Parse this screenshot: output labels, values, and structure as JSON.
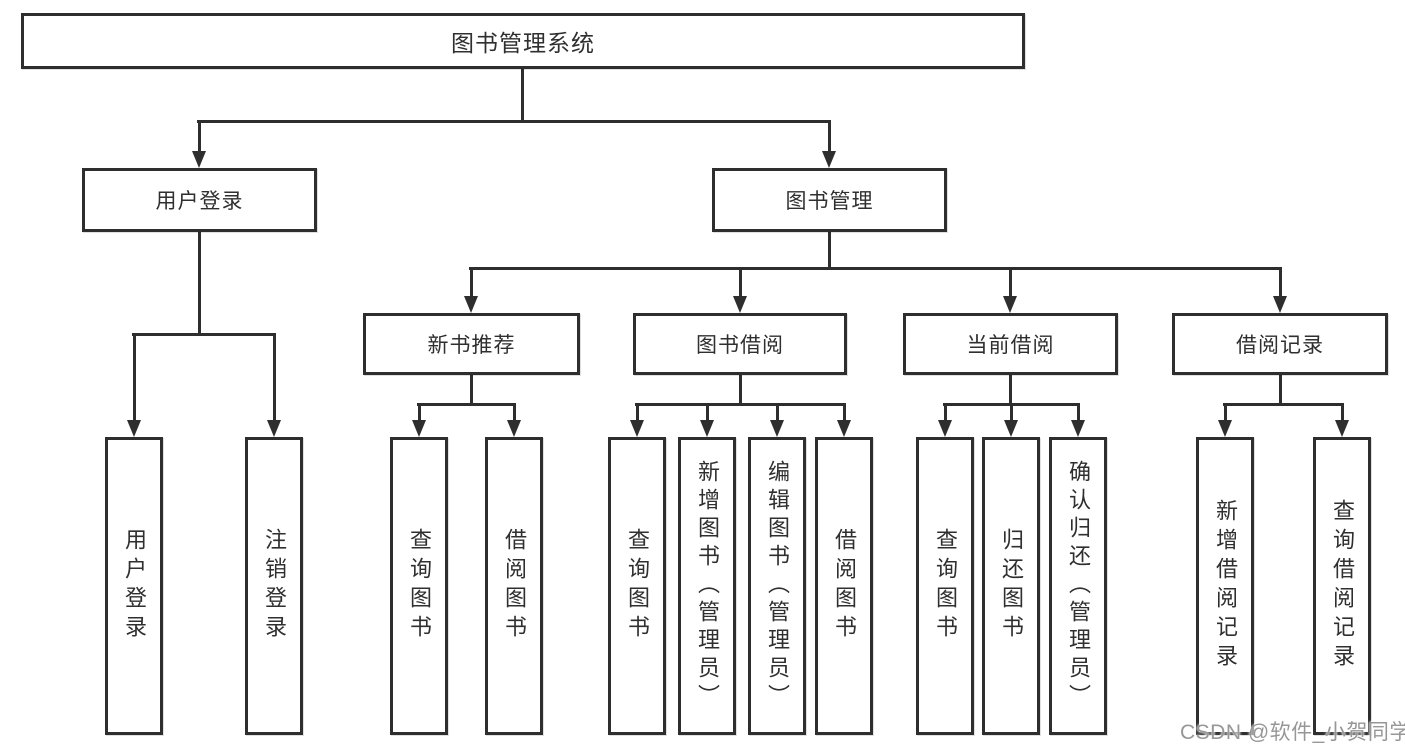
{
  "diagram": {
    "root": "图书管理系统",
    "level2": [
      "用户登录",
      "图书管理"
    ],
    "level3": [
      "新书推荐",
      "图书借阅",
      "当前借阅",
      "借阅记录"
    ],
    "leaves_login": [
      "用户登录",
      "注销登录"
    ],
    "leaves_newbook": [
      "查询图书",
      "借阅图书"
    ],
    "leaves_bookborrow": [
      "查询图书",
      "新增图书（管理员）",
      "编辑图书（管理员）",
      "借阅图书"
    ],
    "leaves_current": [
      "查询图书",
      "归还图书",
      "确认归还（管理员）"
    ],
    "leaves_records": [
      "新增借阅记录",
      "查询借阅记录"
    ]
  },
  "watermark": "CSDN @软件_小贺同学",
  "colors": {
    "line": "#2e2e2e",
    "text": "#2f2f2f",
    "watermark": "#979797",
    "background": "#ffffff"
  }
}
